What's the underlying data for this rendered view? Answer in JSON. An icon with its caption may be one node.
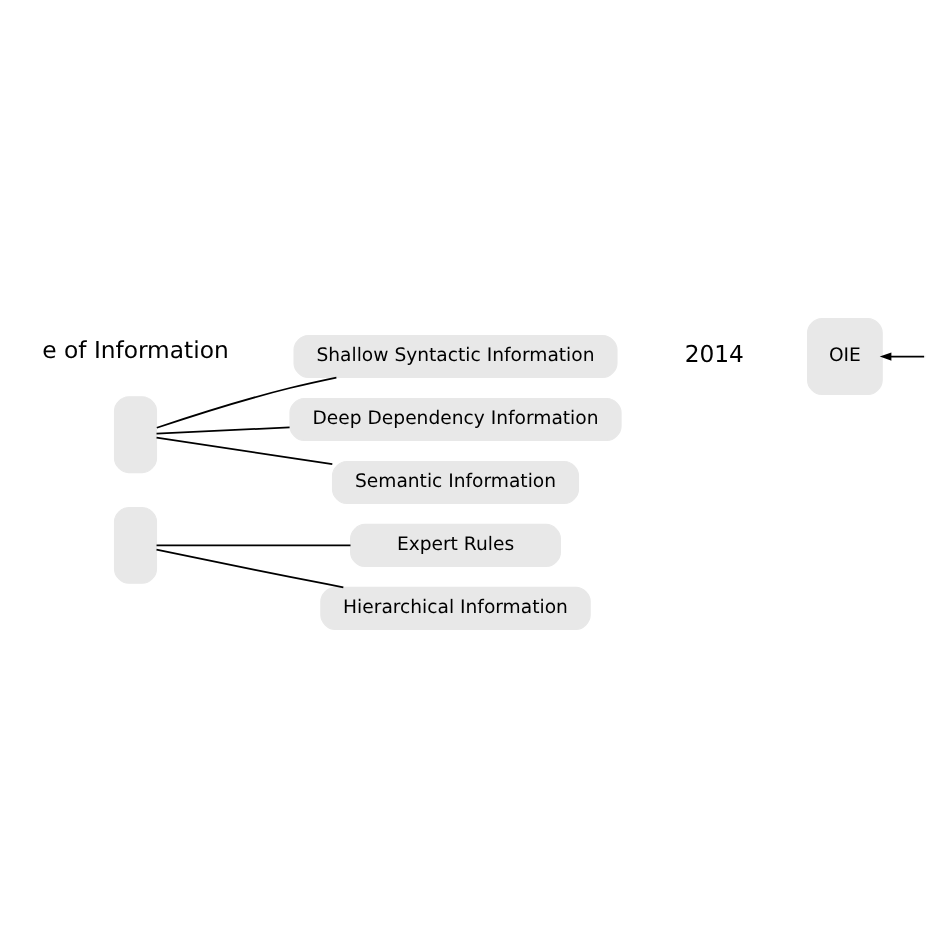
{
  "diagram": {
    "nodes": [
      {
        "text": [],
        "shape": "box"
      },
      {
        "text": [
          "Shallow Syntactic Information"
        ]
      },
      {
        "text": [
          "Deep Dependency Information"
        ]
      },
      {
        "text": [
          "Semantic Information"
        ]
      },
      {
        "text": [],
        "shape": "box"
      },
      {
        "text": [
          "Expert Rules"
        ]
      },
      {
        "text": [
          "Hierarchical Information"
        ]
      },
      {
        "text": [
          "OIE"
        ]
      }
    ],
    "edges": [
      {
        "from": 0,
        "to": 1,
        "arrow": "none"
      },
      {
        "from": 0,
        "to": 2,
        "arrow": "none"
      },
      {
        "from": 0,
        "to": 3,
        "arrow": "none"
      },
      {
        "from": 4,
        "to": 5,
        "arrow": "none"
      },
      {
        "from": 4,
        "to": 6,
        "arrow": "none"
      },
      {
        "from": null,
        "to": 7,
        "arrow": "to"
      }
    ],
    "labels": [
      "e of Information",
      "2014"
    ]
  }
}
